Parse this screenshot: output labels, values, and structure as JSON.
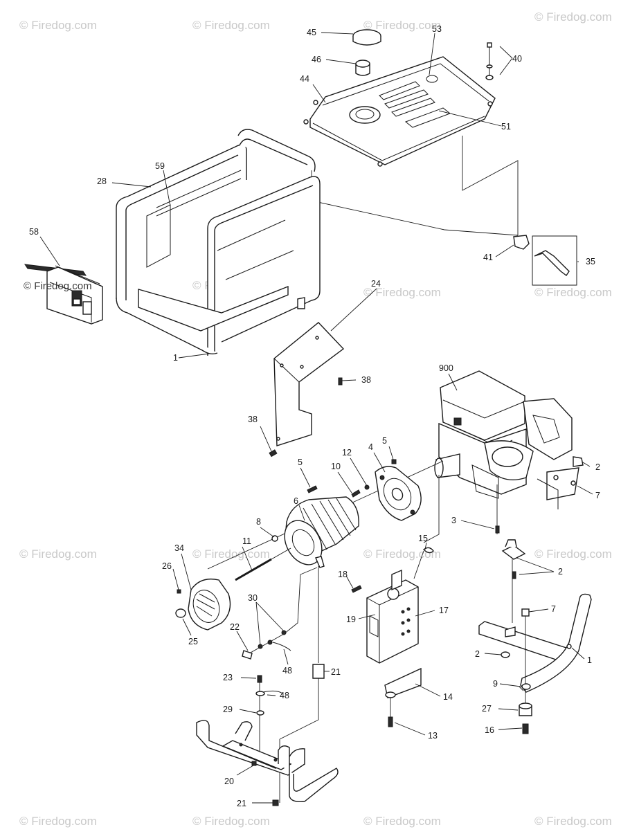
{
  "watermark": {
    "text": "© Firedog.com",
    "overlay_text": "© Firedog.com"
  },
  "callouts": [
    {
      "label": "45"
    },
    {
      "label": "53"
    },
    {
      "label": "46"
    },
    {
      "label": "40"
    },
    {
      "label": "44"
    },
    {
      "label": "51"
    },
    {
      "label": "59"
    },
    {
      "label": "28"
    },
    {
      "label": "58"
    },
    {
      "label": "41"
    },
    {
      "label": "35"
    },
    {
      "label": "24"
    },
    {
      "label": "1"
    },
    {
      "label": "38"
    },
    {
      "label": "38"
    },
    {
      "label": "900"
    },
    {
      "label": "5"
    },
    {
      "label": "12"
    },
    {
      "label": "4"
    },
    {
      "label": "5"
    },
    {
      "label": "10"
    },
    {
      "label": "2"
    },
    {
      "label": "6"
    },
    {
      "label": "7"
    },
    {
      "label": "3"
    },
    {
      "label": "8"
    },
    {
      "label": "11"
    },
    {
      "label": "34"
    },
    {
      "label": "15"
    },
    {
      "label": "26"
    },
    {
      "label": "2"
    },
    {
      "label": "18"
    },
    {
      "label": "17"
    },
    {
      "label": "19"
    },
    {
      "label": "7"
    },
    {
      "label": "30"
    },
    {
      "label": "22"
    },
    {
      "label": "25"
    },
    {
      "label": "48"
    },
    {
      "label": "2"
    },
    {
      "label": "1"
    },
    {
      "label": "21"
    },
    {
      "label": "23"
    },
    {
      "label": "48"
    },
    {
      "label": "9"
    },
    {
      "label": "14"
    },
    {
      "label": "29"
    },
    {
      "label": "27"
    },
    {
      "label": "16"
    },
    {
      "label": "13"
    },
    {
      "label": "20"
    },
    {
      "label": "21"
    }
  ]
}
